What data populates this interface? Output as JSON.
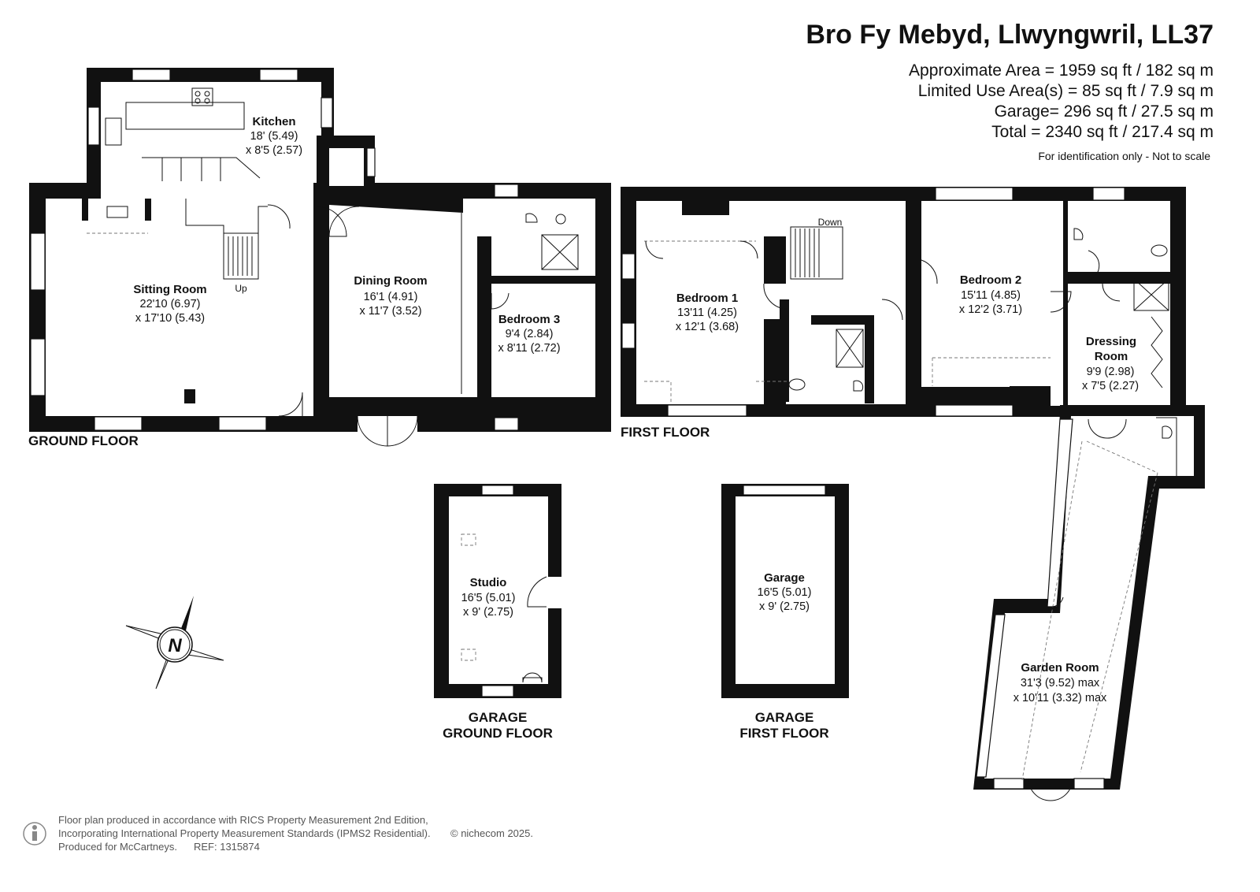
{
  "header": {
    "title": "Bro Fy Mebyd, Llwyngwril, LL37",
    "area_lines": [
      "Approximate Area = 1959 sq ft / 182 sq m",
      "Limited Use Area(s) = 85 sq ft / 7.9 sq m",
      "Garage= 296 sq ft / 27.5 sq m",
      "Total = 2340 sq ft / 217.4 sq m"
    ],
    "note": "For identification only - Not to scale"
  },
  "floors": {
    "ground": "GROUND FLOOR",
    "first": "FIRST FLOOR",
    "garage_ground_1": "GARAGE",
    "garage_ground_2": "GROUND FLOOR",
    "garage_first_1": "GARAGE",
    "garage_first_2": "FIRST FLOOR"
  },
  "rooms": {
    "kitchen": {
      "name": "Kitchen",
      "dim1": "18' (5.49)",
      "dim2": "x 8'5 (2.57)"
    },
    "sitting": {
      "name": "Sitting Room",
      "dim1": "22'10 (6.97)",
      "dim2": "x 17'10 (5.43)"
    },
    "dining": {
      "name": "Dining Room",
      "dim1": "16'1 (4.91)",
      "dim2": "x 11'7 (3.52)"
    },
    "bedroom3": {
      "name": "Bedroom 3",
      "dim1": "9'4 (2.84)",
      "dim2": "x 8'11 (2.72)"
    },
    "bedroom1": {
      "name": "Bedroom 1",
      "dim1": "13'11 (4.25)",
      "dim2": "x 12'1 (3.68)"
    },
    "bedroom2": {
      "name": "Bedroom 2",
      "dim1": "15'11 (4.85)",
      "dim2": "x 12'2 (3.71)"
    },
    "dressing": {
      "name1": "Dressing",
      "name2": "Room",
      "dim1": "9'9 (2.98)",
      "dim2": "x 7'5 (2.27)"
    },
    "garden": {
      "name": "Garden Room",
      "dim1": "31'3 (9.52) max",
      "dim2": "x 10'11 (3.32) max"
    },
    "studio": {
      "name": "Studio",
      "dim1": "16'5 (5.01)",
      "dim2": "x 9' (2.75)"
    },
    "garage": {
      "name": "Garage",
      "dim1": "16'5 (5.01)",
      "dim2": "x 9' (2.75)"
    }
  },
  "stairs": {
    "up": "Up",
    "down": "Down"
  },
  "compass": {
    "letter": "N"
  },
  "footer": {
    "line1": "Floor plan produced in accordance with RICS Property Measurement 2nd Edition,",
    "line2": "Incorporating International Property Measurement Standards (IPMS2 Residential).",
    "copyright": "© nichecom 2025.",
    "line3_a": "Produced for McCartneys.",
    "line3_b": "REF: 1315874"
  }
}
